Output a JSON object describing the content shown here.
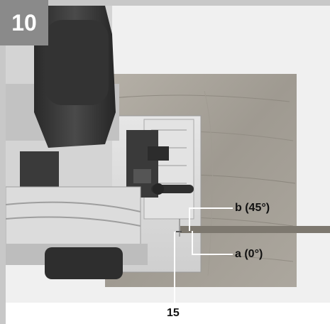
{
  "figure": {
    "number": "10",
    "labels": {
      "b": "b (45°)",
      "a": "a (0°)",
      "item": "15"
    }
  },
  "colors": {
    "frame": "#c8c8c8",
    "number_box": "#8a8a8a",
    "wood": "#a8a39a",
    "saw_dark": "#3a3a3a",
    "saw_light": "#d9d9d9"
  }
}
